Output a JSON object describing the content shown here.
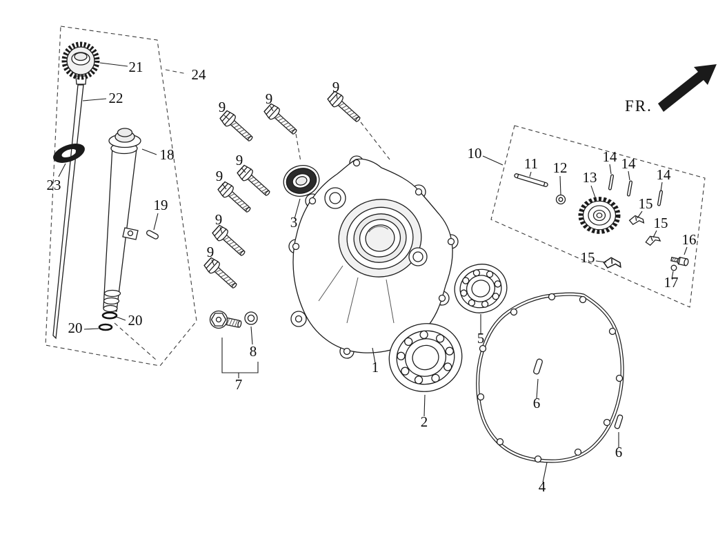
{
  "figure": {
    "direction_label": "FR."
  },
  "callouts": {
    "p1": "1",
    "p2": "2",
    "p3": "3",
    "p4": "4",
    "p5": "5",
    "p6a": "6",
    "p6b": "6",
    "p7": "7",
    "p8": "8",
    "p9a": "9",
    "p9b": "9",
    "p9c": "9",
    "p9d": "9",
    "p9e": "9",
    "p9f": "9",
    "p9g": "9",
    "p10": "10",
    "p11": "11",
    "p12": "12",
    "p13": "13",
    "p14a": "14",
    "p14b": "14",
    "p14c": "14",
    "p15a": "15",
    "p15b": "15",
    "p15c": "15",
    "p16": "16",
    "p17": "17",
    "p18": "18",
    "p19": "19",
    "p20a": "20",
    "p20b": "20",
    "p21": "21",
    "p22": "22",
    "p23": "23",
    "p24": "24"
  },
  "colors": {
    "line": "#1c1c1c",
    "background": "#ffffff"
  }
}
